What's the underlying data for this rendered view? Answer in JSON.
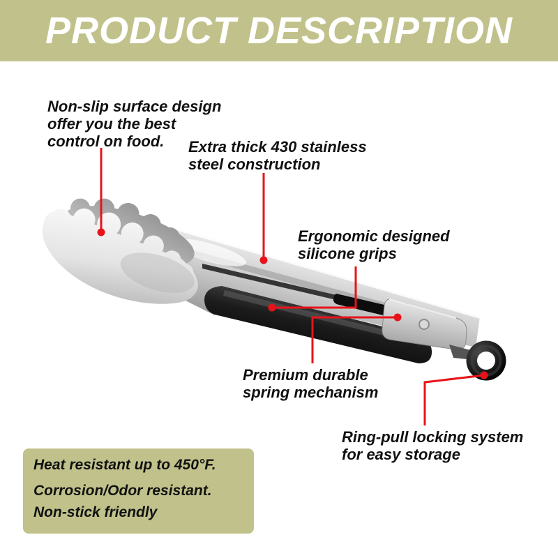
{
  "colors": {
    "banner": "#c1c28b",
    "accent": "#e8131a",
    "ink": "#111111",
    "banner-text": "#ffffff"
  },
  "header": {
    "title": "PRODUCT DESCRIPTION"
  },
  "annotations": [
    {
      "id": "non-slip",
      "text": "Non-slip surface design\noffer you the best\ncontrol on food."
    },
    {
      "id": "stainless-steel",
      "text": "Extra thick 430 stainless\nsteel construction"
    },
    {
      "id": "silicone-grips",
      "text": "Ergonomic designed\nsilicone grips"
    },
    {
      "id": "spring-mechanism",
      "text": "Premium durable\nspring mechanism"
    },
    {
      "id": "ring-pull",
      "text": "Ring-pull locking system\nfor easy storage"
    }
  ],
  "info_box": {
    "lines": [
      "Heat resistant up to 450°F.",
      "Corrosion/Odor resistant.",
      "Non-stick friendly"
    ]
  },
  "illustration": {
    "description": "stainless steel kitchen tongs with black silicone grips and ring-pull lock"
  }
}
